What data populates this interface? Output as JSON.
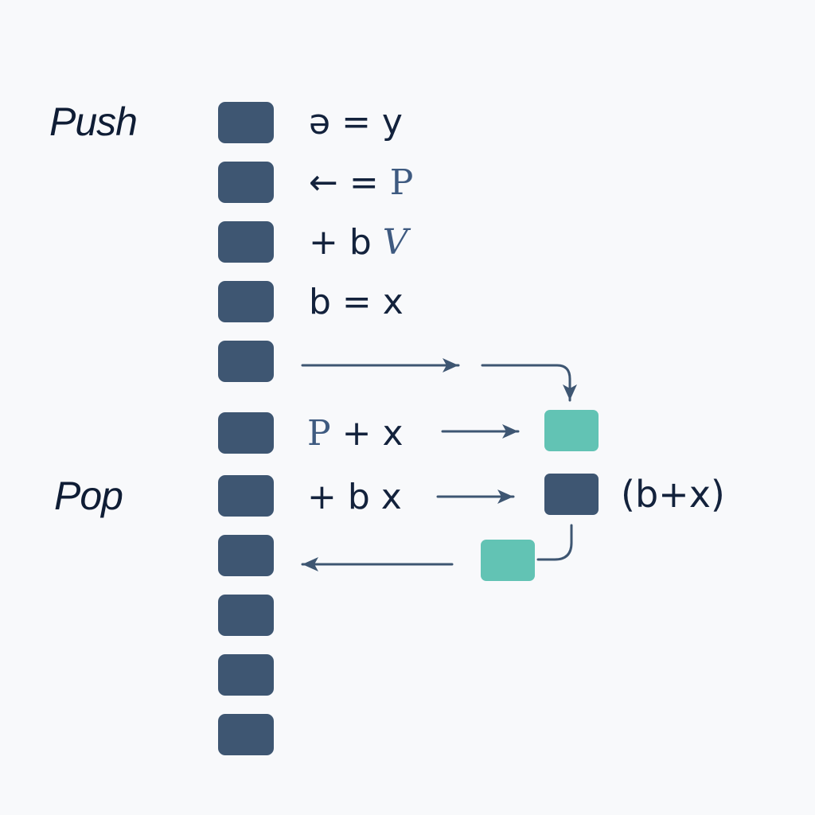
{
  "labels": {
    "push": "Push",
    "pop": "Pop"
  },
  "expressions": [
    {
      "parts": [
        "ə",
        " = y"
      ]
    },
    {
      "parts": [
        "← = ",
        "P"
      ]
    },
    {
      "parts": [
        "+ b ",
        "V"
      ]
    },
    {
      "parts": [
        "b = x"
      ]
    },
    {
      "parts": [
        "P",
        " + x"
      ]
    },
    {
      "parts": [
        "+ b x"
      ]
    }
  ],
  "result": "(b+x)",
  "stack_cell_count": 11,
  "colors": {
    "stack": "#3e5672",
    "teal": "#62c3b4",
    "arrow": "#3e5672",
    "text": "#13223c"
  }
}
